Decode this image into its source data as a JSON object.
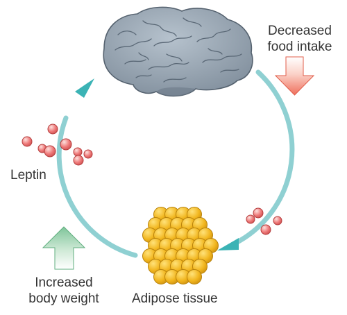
{
  "labels": {
    "decreased_line1": "Decreased",
    "decreased_line2": "food intake",
    "leptin": "Leptin",
    "increased_line1": "Increased",
    "increased_line2": "body weight",
    "adipose": "Adipose tissue"
  },
  "icons": {
    "brain": "brain-icon",
    "fat_cluster": "adipose-cluster-icon",
    "leptin_molecule": "leptin-molecule-icon",
    "down_arrow": "down-arrow-icon",
    "up_arrow": "up-arrow-icon"
  },
  "colors": {
    "cycle": "#8fd0d2",
    "cycle_head": "#3bb3b5",
    "brain": "#8c9aa8",
    "brain_dark": "#55626f",
    "fat_fill": "#f1b51d",
    "fat_edge": "#b8820c",
    "leptin_fill": "#ef7b7b",
    "leptin_edge": "#b53d3d",
    "down_arrow": "#ef6f5c",
    "up_arrow": "#7fc59a"
  }
}
